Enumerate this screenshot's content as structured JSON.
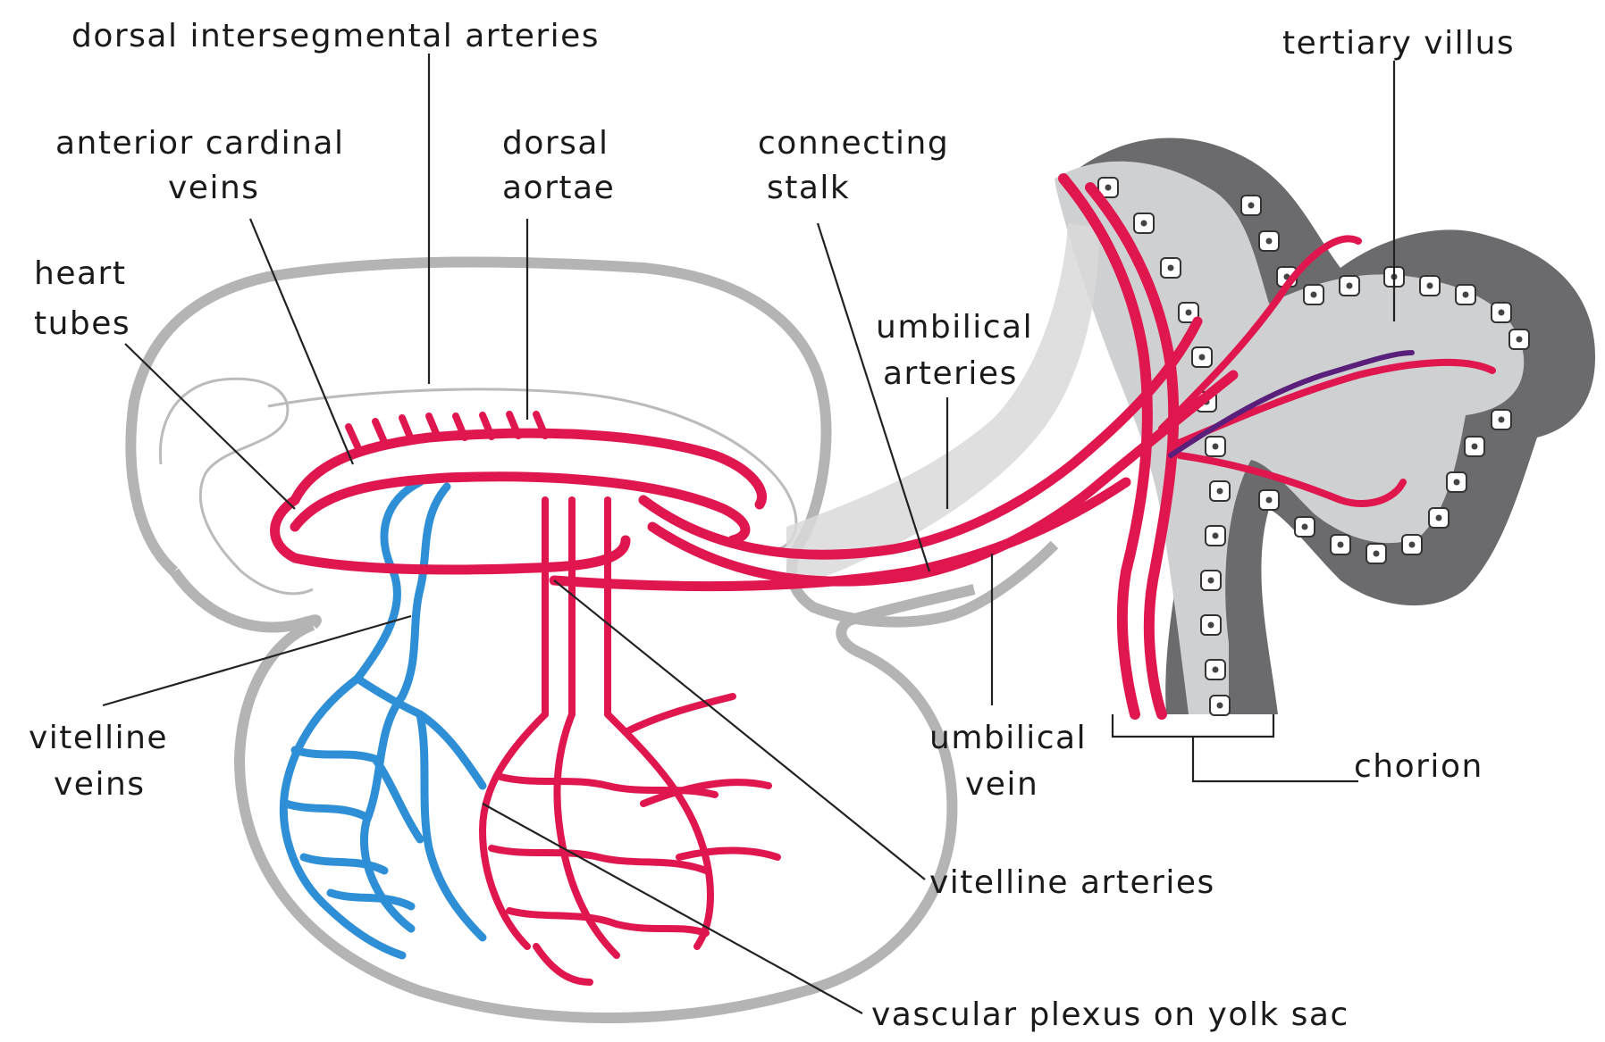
{
  "colors": {
    "artery": "#e0174f",
    "vein": "#2f8fd6",
    "deoxy_vessel": "#5a1f7a",
    "membrane": "#b4b4b4",
    "chorion_mesoderm": "#6b6b6e",
    "chorion_connective": "#cfd0d2"
  },
  "labels": {
    "dorsal_intersegmental_arteries": "dorsal intersegmental arteries",
    "tertiary_villus": "tertiary villus",
    "anterior_cardinal_veins_line1": "anterior cardinal",
    "anterior_cardinal_veins_line2": "veins",
    "dorsal_aortae_line1": "dorsal",
    "dorsal_aortae_line2": "aortae",
    "connecting_stalk_line1": "connecting",
    "connecting_stalk_line2": "stalk",
    "heart_tubes_line1": "heart",
    "heart_tubes_line2": "tubes",
    "umbilical_arteries_line1": "umbilical",
    "umbilical_arteries_line2": "arteries",
    "vitelline_veins_line1": "vitelline",
    "vitelline_veins_line2": "veins",
    "umbilical_vein_line1": "umbilical",
    "umbilical_vein_line2": "vein",
    "chorion": "chorion",
    "vitelline_arteries": "vitelline arteries",
    "vascular_plexus": "vascular plexus on yolk sac"
  }
}
